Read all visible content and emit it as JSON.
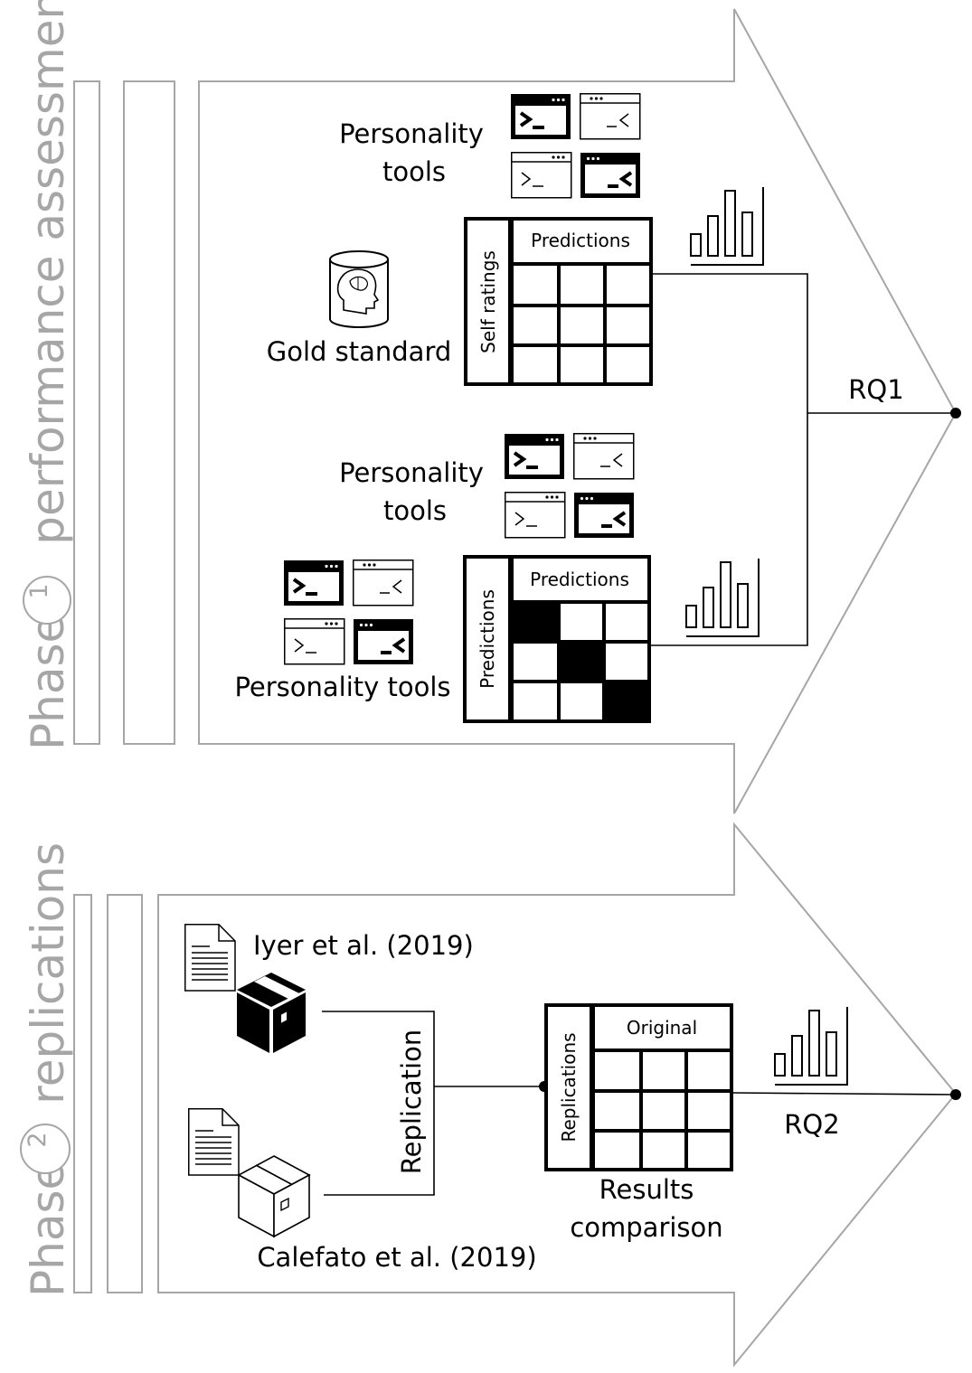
{
  "phase1": {
    "word": "Phase",
    "number": "1",
    "title": "performance assessment",
    "tools_label_a_line1": "Personality",
    "tools_label_a_line2": "tools",
    "tools_label_b_line1": "Personality",
    "tools_label_b_line2": "tools",
    "tools_label_c": "Personality tools",
    "gold_standard": "Gold standard",
    "matrix1_top": "Predictions",
    "matrix1_side": "Self ratings",
    "matrix2_top": "Predictions",
    "matrix2_side": "Predictions",
    "rq": "RQ1"
  },
  "phase2": {
    "word": "Phase",
    "number": "2",
    "title": "replications",
    "paper1": "Iyer et al. (2019)",
    "paper2": "Calefato et al. (2019)",
    "replication": "Replication",
    "matrix_top": "Original",
    "matrix_side": "Replications",
    "results_line1": "Results",
    "results_line2": "comparison",
    "rq": "RQ2"
  },
  "icons": {
    "terminal_window": "terminal-window-icon",
    "database_brain": "database-brain-icon",
    "bar_chart": "bar-chart-icon",
    "document": "document-icon",
    "package_box": "package-box-icon"
  },
  "colors": {
    "outline": "#a6a6a6",
    "ink": "#000000",
    "paper": "#ffffff"
  }
}
